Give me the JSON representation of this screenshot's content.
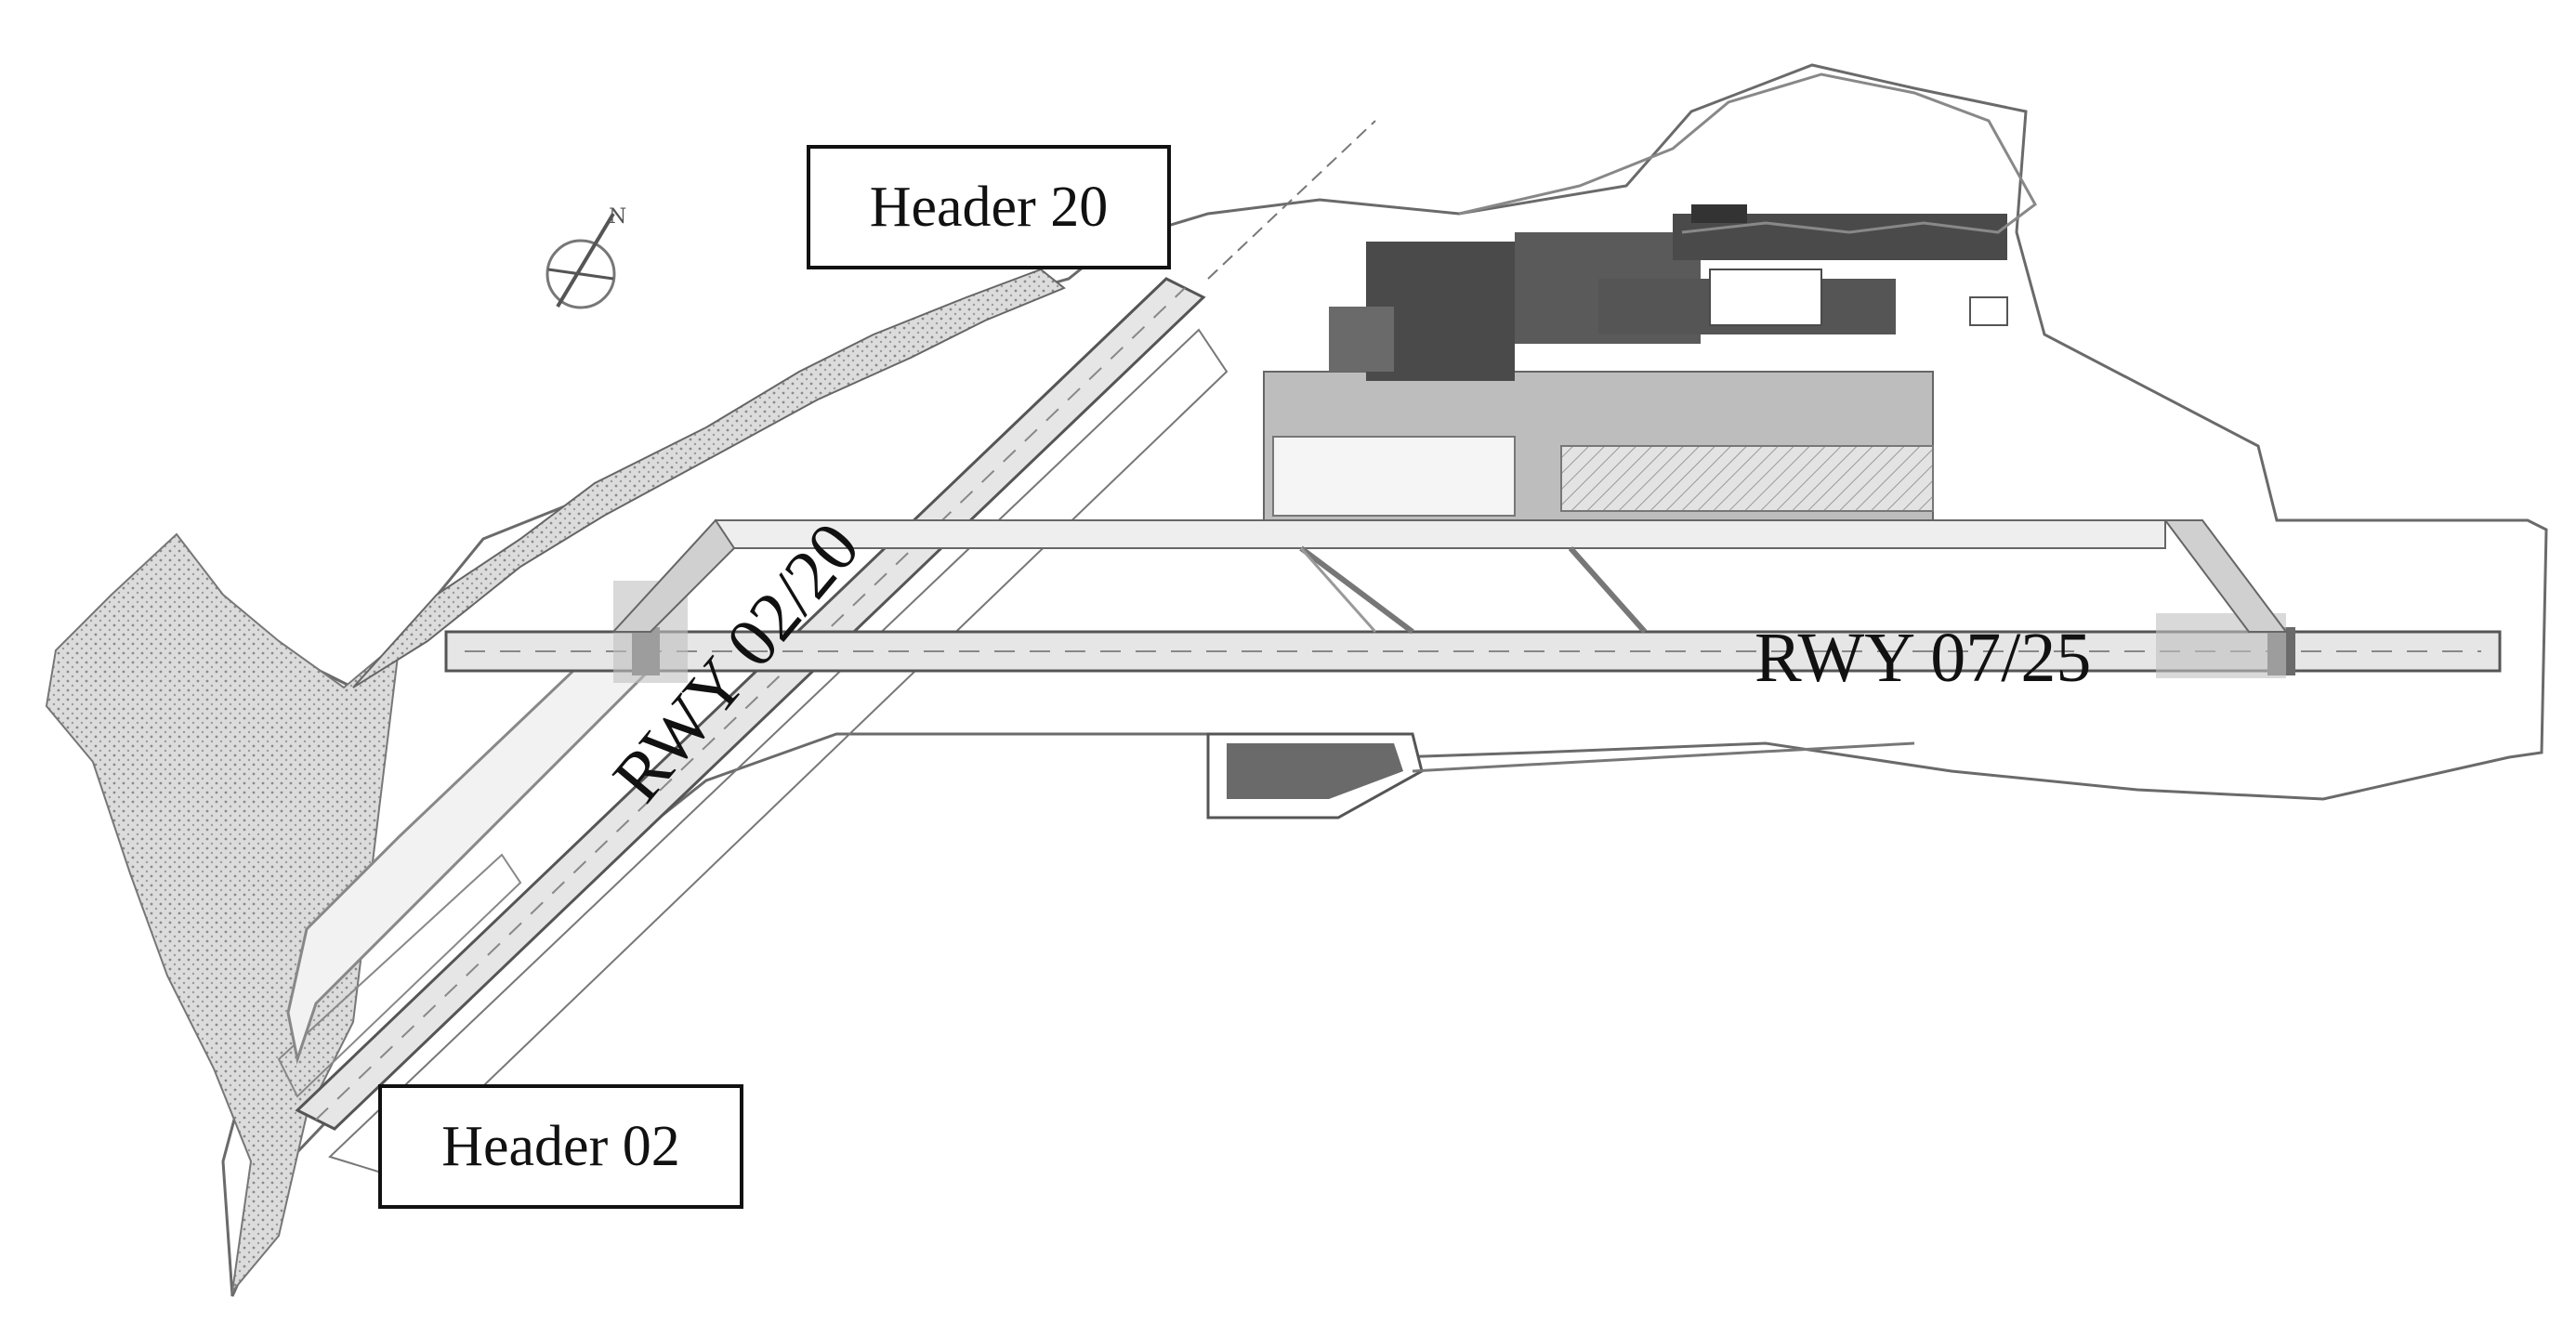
{
  "labels": {
    "header_20": "Header 20",
    "header_02": "Header 02",
    "rwy_0220": "RWY 02/20",
    "rwy_0725": "RWY 07/25"
  },
  "map": {
    "compass": "N",
    "colors": {
      "land_outline": "#6a6a6a",
      "water_fill": "#d9d9d9",
      "runway_fill": "#e6e6e6",
      "terminal_fill": "#4a4a4a",
      "apron_fill": "#bdbdbd"
    }
  }
}
